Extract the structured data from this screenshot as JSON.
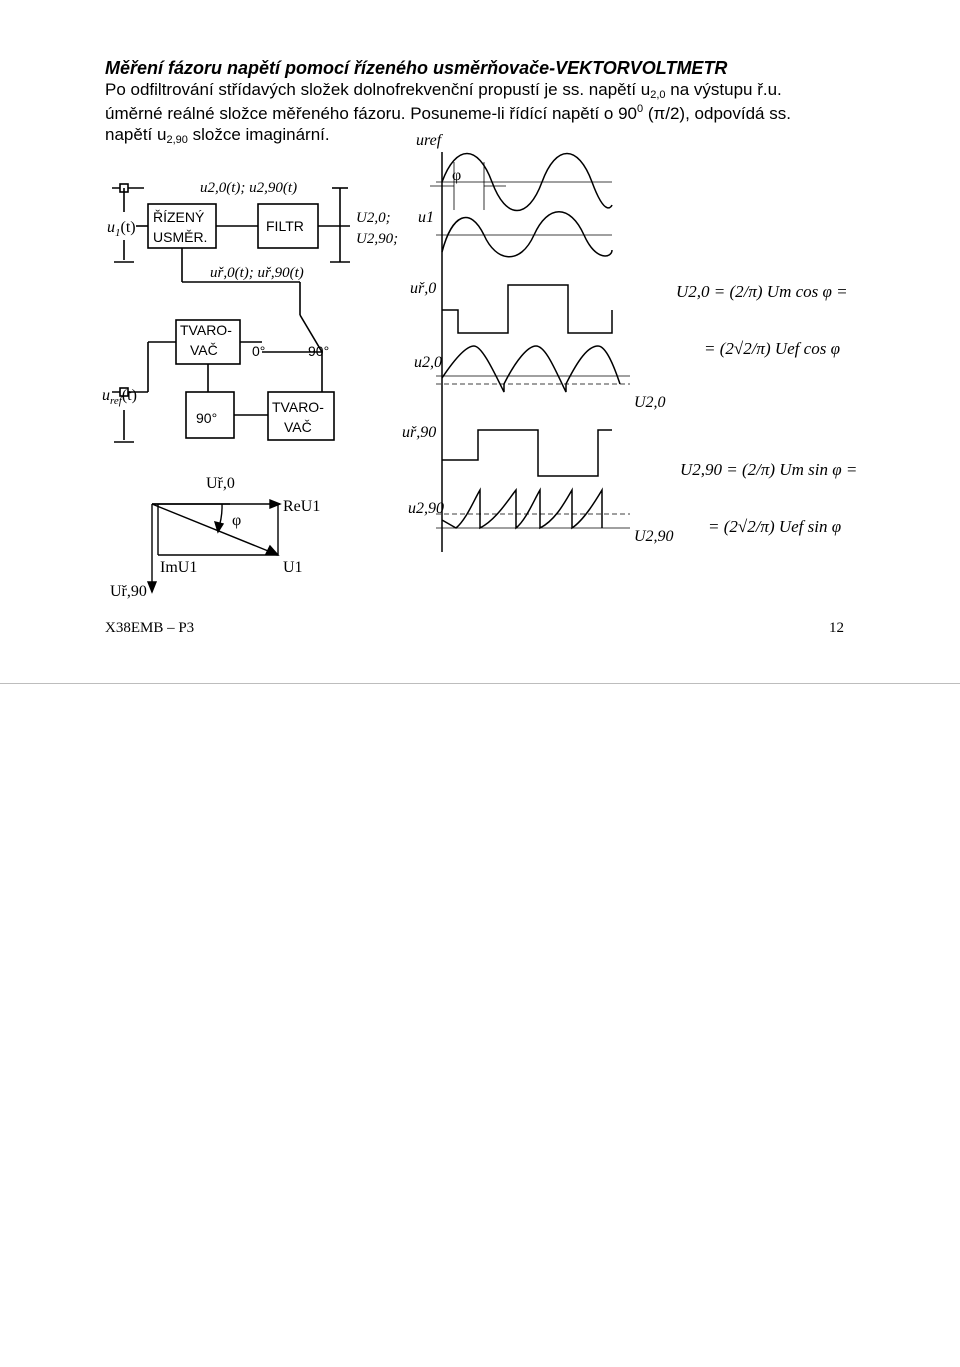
{
  "title": "Měření fázoru napětí pomocí řízeného usměrňovače-VEKTORVOLTMETR",
  "paragraph": {
    "l1_a": "Po odfiltrování střídavých složek dolnofrekvenční propustí je ss. napětí u",
    "l1_sub": "2,0",
    "l1_b": " na výstupu ř.u.",
    "l2_a": "úměrné reálné složce měřeného fázoru. Posuneme-li řídící napětí o 90",
    "l2_sup": "0",
    "l2_b": " (π/2), odpovídá ss.",
    "l3_a": "napětí u",
    "l3_sub": "2,90",
    "l3_b": " složce imaginární."
  },
  "block_diagram": {
    "input_u1": "u",
    "input_u1_sub": "1",
    "input_u1_t": "(t)",
    "input_uref": "u",
    "input_uref_sub": "ref",
    "input_uref_t": "(t)",
    "rectifier_l1": "ŘÍZENÝ",
    "rectifier_l2": "USMĚR.",
    "filter": "FILTR",
    "signals_top": "u2,0(t);  u2,90(t)",
    "outputs_l1": "U2,0;",
    "outputs_l2": "U2,90;",
    "control_label": "uř,0(t);  uř,90(t)",
    "shaper1_l1": "TVARO-",
    "shaper1_l2": "VAČ",
    "shaper2_l1": "TVARO-",
    "shaper2_l2": "VAČ",
    "phase_block": "90°",
    "switch_0": "0°",
    "switch_90": "90°"
  },
  "phasor": {
    "ur0": "Uř,0",
    "ur90": "Uř,90",
    "phi": "φ",
    "re": "ReU1",
    "im": "ImU1",
    "u1": "U1"
  },
  "waveforms": {
    "uref": "uref",
    "phi": "φ",
    "u1": "u1",
    "ur0": "uř,0",
    "u20": "u2,0",
    "ur90": "uř,90",
    "u290": "u2,90",
    "U20": "U2,0",
    "U290": "U2,90"
  },
  "formulas": {
    "f1": "U2,0 = (2/π) Um cos φ =",
    "f2": "= (2√2/π) Uef cos φ",
    "f3": "U2,90 = (2/π) Um sin φ =",
    "f4": "= (2√2/π) Uef sin φ"
  },
  "footer": {
    "left": "X38EMB – P3",
    "right": "12"
  }
}
